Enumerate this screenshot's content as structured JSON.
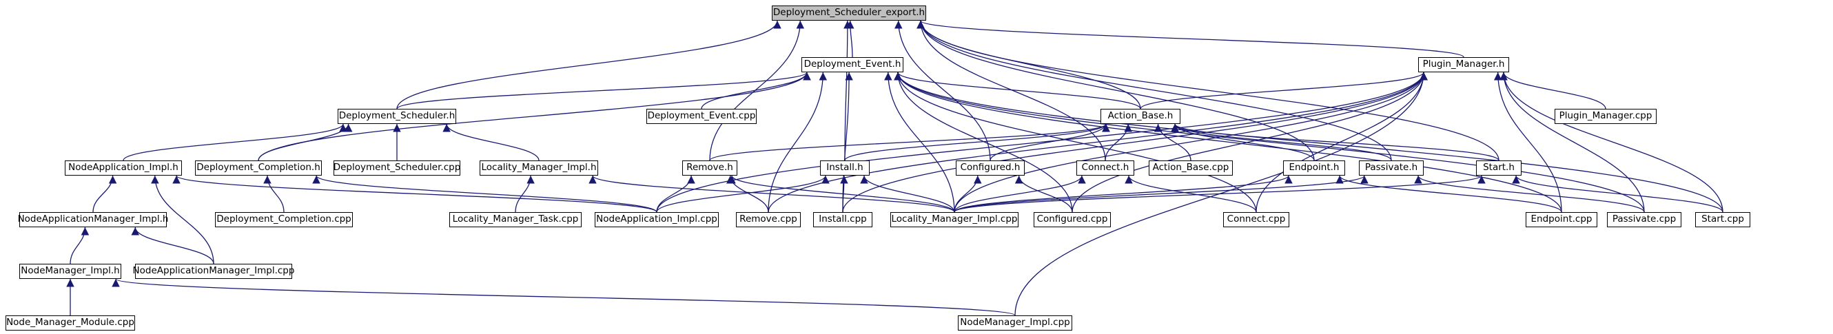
{
  "graph": {
    "root": "Deployment_Scheduler_export.h",
    "nodes": {
      "Deployment_Scheduler_export.h": "Deployment_Scheduler_export.h",
      "Deployment_Event.h": "Deployment_Event.h",
      "Plugin_Manager.h": "Plugin_Manager.h",
      "Deployment_Scheduler.h": "Deployment_Scheduler.h",
      "Deployment_Event.cpp": "Deployment_Event.cpp",
      "Action_Base.h": "Action_Base.h",
      "Plugin_Manager.cpp": "Plugin_Manager.cpp",
      "NodeApplication_Impl.h": "NodeApplication_Impl.h",
      "Deployment_Completion.h": "Deployment_Completion.h",
      "Deployment_Scheduler.cpp": "Deployment_Scheduler.cpp",
      "Locality_Manager_Impl.h": "Locality_Manager_Impl.h",
      "Remove.h": "Remove.h",
      "Install.h": "Install.h",
      "Configured.h": "Configured.h",
      "Connect.h": "Connect.h",
      "Action_Base.cpp": "Action_Base.cpp",
      "Endpoint.h": "Endpoint.h",
      "Passivate.h": "Passivate.h",
      "Start.h": "Start.h",
      "NodeApplicationManager_Impl.h": "NodeApplicationManager_Impl.h",
      "Deployment_Completion.cpp": "Deployment_Completion.cpp",
      "Locality_Manager_Task.cpp": "Locality_Manager_Task.cpp",
      "NodeApplication_Impl.cpp": "NodeApplication_Impl.cpp",
      "Remove.cpp": "Remove.cpp",
      "Install.cpp": "Install.cpp",
      "Locality_Manager_Impl.cpp": "Locality_Manager_Impl.cpp",
      "Configured.cpp": "Configured.cpp",
      "Connect.cpp": "Connect.cpp",
      "Endpoint.cpp": "Endpoint.cpp",
      "Passivate.cpp": "Passivate.cpp",
      "Start.cpp": "Start.cpp",
      "NodeManager_Impl.h": "NodeManager_Impl.h",
      "NodeApplicationManager_Impl.cpp": "NodeApplicationManager_Impl.cpp",
      "Node_Manager_Module.cpp": "Node_Manager_Module.cpp",
      "NodeManager_Impl.cpp": "NodeManager_Impl.cpp"
    },
    "edges": [
      [
        "Deployment_Event.h",
        "Deployment_Scheduler_export.h"
      ],
      [
        "Plugin_Manager.h",
        "Deployment_Scheduler_export.h"
      ],
      [
        "Deployment_Scheduler.h",
        "Deployment_Scheduler_export.h"
      ],
      [
        "Action_Base.h",
        "Deployment_Scheduler_export.h"
      ],
      [
        "Install.h",
        "Deployment_Scheduler_export.h"
      ],
      [
        "Connect.h",
        "Deployment_Scheduler_export.h"
      ],
      [
        "Endpoint.h",
        "Deployment_Scheduler_export.h"
      ],
      [
        "Passivate.h",
        "Deployment_Scheduler_export.h"
      ],
      [
        "Start.h",
        "Deployment_Scheduler_export.h"
      ],
      [
        "Remove.h",
        "Deployment_Scheduler_export.h"
      ],
      [
        "Configured.h",
        "Deployment_Scheduler_export.h"
      ],
      [
        "Deployment_Event.cpp",
        "Deployment_Event.h"
      ],
      [
        "Deployment_Scheduler.h",
        "Deployment_Event.h"
      ],
      [
        "Action_Base.h",
        "Deployment_Event.h"
      ],
      [
        "Deployment_Completion.h",
        "Deployment_Event.h"
      ],
      [
        "Install.cpp",
        "Deployment_Event.h"
      ],
      [
        "Configured.cpp",
        "Deployment_Event.h"
      ],
      [
        "Connect.cpp",
        "Deployment_Event.h"
      ],
      [
        "Endpoint.cpp",
        "Deployment_Event.h"
      ],
      [
        "Passivate.cpp",
        "Deployment_Event.h"
      ],
      [
        "Start.cpp",
        "Deployment_Event.h"
      ],
      [
        "Remove.cpp",
        "Deployment_Event.h"
      ],
      [
        "Locality_Manager_Impl.cpp",
        "Deployment_Event.h"
      ],
      [
        "Plugin_Manager.cpp",
        "Plugin_Manager.h"
      ],
      [
        "Action_Base.h",
        "Plugin_Manager.h"
      ],
      [
        "NodeApplication_Impl.cpp",
        "Plugin_Manager.h"
      ],
      [
        "Remove.cpp",
        "Plugin_Manager.h"
      ],
      [
        "Install.cpp",
        "Plugin_Manager.h"
      ],
      [
        "Locality_Manager_Impl.cpp",
        "Plugin_Manager.h"
      ],
      [
        "Configured.cpp",
        "Plugin_Manager.h"
      ],
      [
        "Connect.cpp",
        "Plugin_Manager.h"
      ],
      [
        "Endpoint.cpp",
        "Plugin_Manager.h"
      ],
      [
        "Passivate.cpp",
        "Plugin_Manager.h"
      ],
      [
        "Start.cpp",
        "Plugin_Manager.h"
      ],
      [
        "NodeManager_Impl.cpp",
        "Plugin_Manager.h"
      ],
      [
        "NodeApplication_Impl.h",
        "Deployment_Scheduler.h"
      ],
      [
        "Deployment_Completion.h",
        "Deployment_Scheduler.h"
      ],
      [
        "Deployment_Scheduler.cpp",
        "Deployment_Scheduler.h"
      ],
      [
        "Locality_Manager_Impl.h",
        "Deployment_Scheduler.h"
      ],
      [
        "Remove.h",
        "Action_Base.h"
      ],
      [
        "Install.h",
        "Action_Base.h"
      ],
      [
        "Configured.h",
        "Action_Base.h"
      ],
      [
        "Connect.h",
        "Action_Base.h"
      ],
      [
        "Action_Base.cpp",
        "Action_Base.h"
      ],
      [
        "Endpoint.h",
        "Action_Base.h"
      ],
      [
        "Passivate.h",
        "Action_Base.h"
      ],
      [
        "Start.h",
        "Action_Base.h"
      ],
      [
        "NodeApplicationManager_Impl.h",
        "NodeApplication_Impl.h"
      ],
      [
        "NodeApplication_Impl.cpp",
        "NodeApplication_Impl.h"
      ],
      [
        "NodeApplicationManager_Impl.cpp",
        "NodeApplication_Impl.h"
      ],
      [
        "Deployment_Completion.cpp",
        "Deployment_Completion.h"
      ],
      [
        "NodeApplication_Impl.cpp",
        "Deployment_Completion.h"
      ],
      [
        "Locality_Manager_Task.cpp",
        "Locality_Manager_Impl.h"
      ],
      [
        "Locality_Manager_Impl.cpp",
        "Locality_Manager_Impl.h"
      ],
      [
        "NodeApplication_Impl.cpp",
        "Remove.h"
      ],
      [
        "Remove.cpp",
        "Remove.h"
      ],
      [
        "Locality_Manager_Impl.cpp",
        "Remove.h"
      ],
      [
        "NodeApplication_Impl.cpp",
        "Install.h"
      ],
      [
        "Install.cpp",
        "Install.h"
      ],
      [
        "Locality_Manager_Impl.cpp",
        "Install.h"
      ],
      [
        "Locality_Manager_Impl.cpp",
        "Configured.h"
      ],
      [
        "Configured.cpp",
        "Configured.h"
      ],
      [
        "Locality_Manager_Impl.cpp",
        "Connect.h"
      ],
      [
        "Connect.cpp",
        "Connect.h"
      ],
      [
        "Locality_Manager_Impl.cpp",
        "Endpoint.h"
      ],
      [
        "Endpoint.cpp",
        "Endpoint.h"
      ],
      [
        "Locality_Manager_Impl.cpp",
        "Passivate.h"
      ],
      [
        "Passivate.cpp",
        "Passivate.h"
      ],
      [
        "Locality_Manager_Impl.cpp",
        "Start.h"
      ],
      [
        "Start.cpp",
        "Start.h"
      ],
      [
        "NodeManager_Impl.h",
        "NodeApplicationManager_Impl.h"
      ],
      [
        "NodeApplicationManager_Impl.cpp",
        "NodeApplicationManager_Impl.h"
      ],
      [
        "Node_Manager_Module.cpp",
        "NodeManager_Impl.h"
      ],
      [
        "NodeManager_Impl.cpp",
        "NodeManager_Impl.h"
      ]
    ]
  },
  "colors": {
    "edge": "#191970",
    "node_border": "#000000",
    "root_fill": "#bfbfbf",
    "node_fill": "#ffffff"
  }
}
